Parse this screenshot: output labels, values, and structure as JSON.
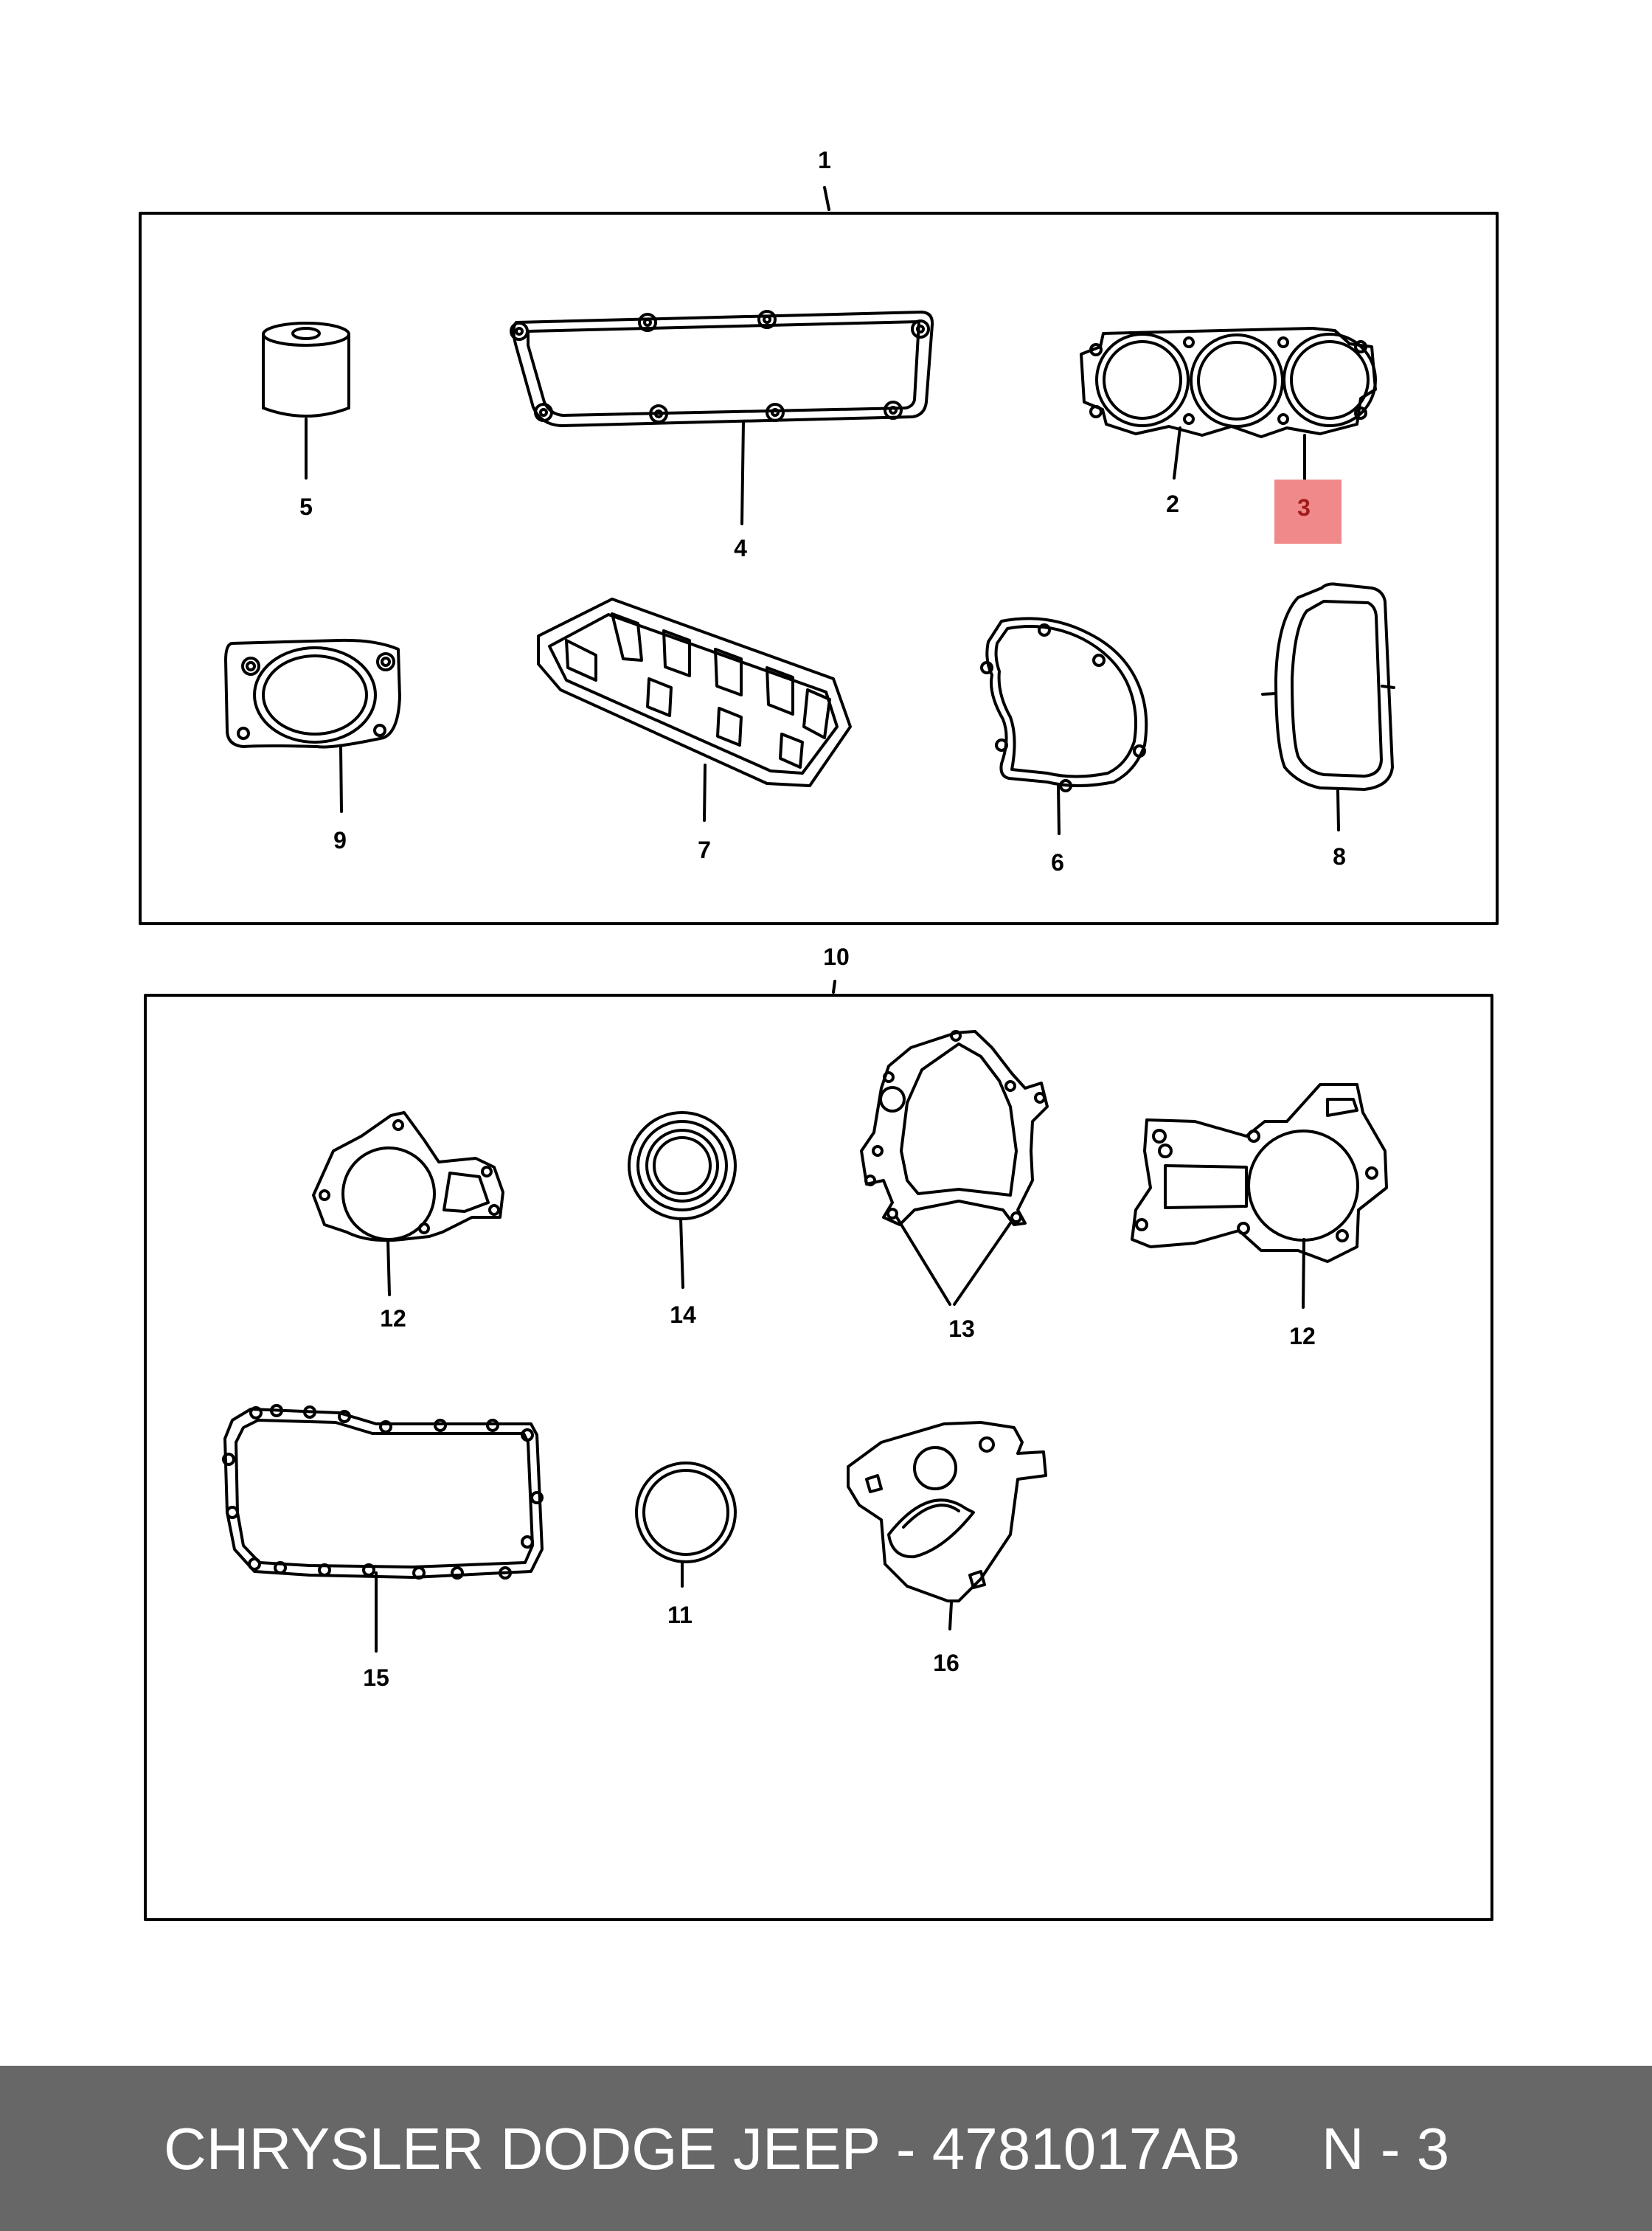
{
  "diagram": {
    "kits": [
      {
        "callout": "1",
        "name": "upper gasket kit"
      },
      {
        "callout": "10",
        "name": "lower gasket kit"
      }
    ],
    "callouts": [
      {
        "id": "2",
        "part": "cylinder head gasket"
      },
      {
        "id": "3",
        "part": "cylinder head gasket",
        "highlighted": true
      },
      {
        "id": "4",
        "part": "valve cover gasket"
      },
      {
        "id": "5",
        "part": "spark plug tube seal"
      },
      {
        "id": "6",
        "part": "timing cover gasket"
      },
      {
        "id": "7",
        "part": "intake manifold gasket"
      },
      {
        "id": "8",
        "part": "throttle body gasket"
      },
      {
        "id": "9",
        "part": "exhaust manifold gasket"
      },
      {
        "id": "11",
        "part": "o-ring seal"
      },
      {
        "id": "12",
        "part": "water pump gasket"
      },
      {
        "id": "12",
        "part": "water pump gasket"
      },
      {
        "id": "13",
        "part": "timing chain cover gasket"
      },
      {
        "id": "14",
        "part": "crankshaft oil seal"
      },
      {
        "id": "15",
        "part": "oil pan gasket"
      },
      {
        "id": "16",
        "part": "oil pump gasket"
      }
    ],
    "highlight_color": "#f08a8a"
  },
  "footer": {
    "brand": "CHRYSLER DODGE JEEP - 4781017AB",
    "page": "N - 3"
  }
}
